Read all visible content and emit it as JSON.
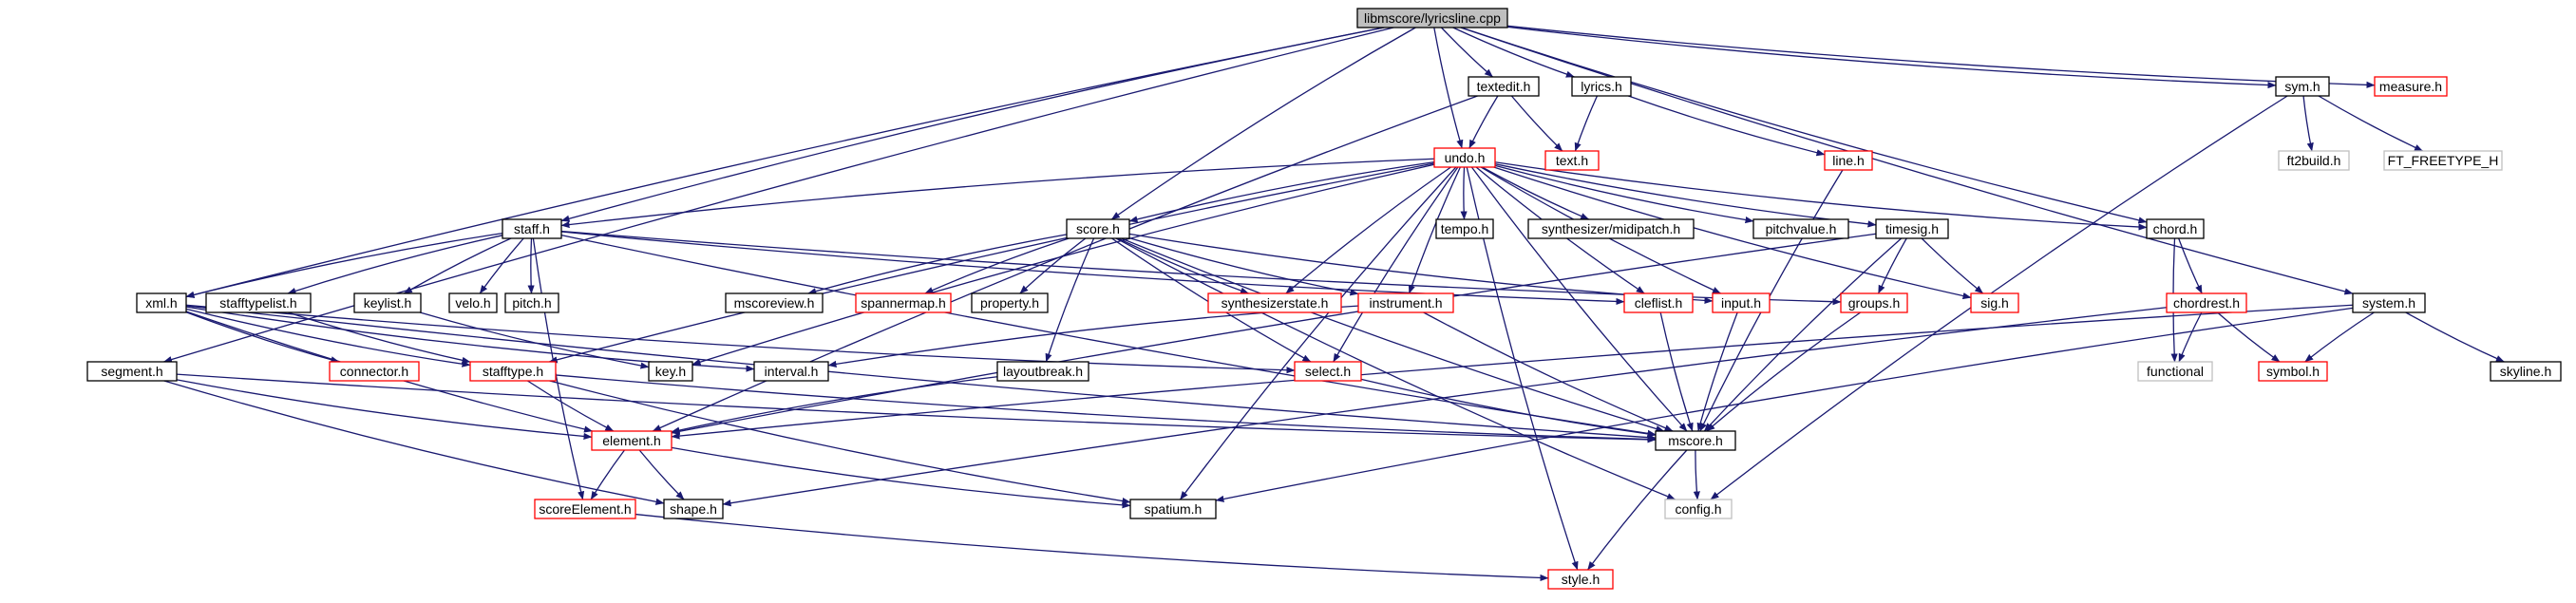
{
  "colors": {
    "edge": "#191970",
    "border_plain": "#000000",
    "border_red": "#ff0000",
    "border_gray": "#bfbfbf",
    "fill_root": "#bfbfbf",
    "fill_default": "#ffffff",
    "text": "#000000"
  },
  "nodes": [
    {
      "id": "lyricsline",
      "label": "libmscore/lyricsline.cpp",
      "style": "root"
    },
    {
      "id": "textedit",
      "label": "textedit.h",
      "style": "plain"
    },
    {
      "id": "lyrics",
      "label": "lyrics.h",
      "style": "plain"
    },
    {
      "id": "sym",
      "label": "sym.h",
      "style": "plain"
    },
    {
      "id": "measure",
      "label": "measure.h",
      "style": "red"
    },
    {
      "id": "ft2build",
      "label": "ft2build.h",
      "style": "gray"
    },
    {
      "id": "ft_freetype",
      "label": "FT_FREETYPE_H",
      "style": "gray"
    },
    {
      "id": "undo",
      "label": "undo.h",
      "style": "red"
    },
    {
      "id": "text",
      "label": "text.h",
      "style": "red"
    },
    {
      "id": "line",
      "label": "line.h",
      "style": "red"
    },
    {
      "id": "staff",
      "label": "staff.h",
      "style": "plain"
    },
    {
      "id": "score",
      "label": "score.h",
      "style": "plain"
    },
    {
      "id": "tempo",
      "label": "tempo.h",
      "style": "plain"
    },
    {
      "id": "midipatch",
      "label": "synthesizer/midipatch.h",
      "style": "plain"
    },
    {
      "id": "pitchvalue",
      "label": "pitchvalue.h",
      "style": "plain"
    },
    {
      "id": "timesig",
      "label": "timesig.h",
      "style": "plain"
    },
    {
      "id": "chord",
      "label": "chord.h",
      "style": "plain"
    },
    {
      "id": "xml",
      "label": "xml.h",
      "style": "plain"
    },
    {
      "id": "stafftypelist",
      "label": "stafftypelist.h",
      "style": "plain"
    },
    {
      "id": "keylist",
      "label": "keylist.h",
      "style": "plain"
    },
    {
      "id": "velo",
      "label": "velo.h",
      "style": "plain"
    },
    {
      "id": "pitch",
      "label": "pitch.h",
      "style": "plain"
    },
    {
      "id": "mscoreview",
      "label": "mscoreview.h",
      "style": "plain"
    },
    {
      "id": "spannermap",
      "label": "spannermap.h",
      "style": "red"
    },
    {
      "id": "property",
      "label": "property.h",
      "style": "plain"
    },
    {
      "id": "synthesizerstate",
      "label": "synthesizerstate.h",
      "style": "red"
    },
    {
      "id": "instrument",
      "label": "instrument.h",
      "style": "red"
    },
    {
      "id": "cleflist",
      "label": "cleflist.h",
      "style": "red"
    },
    {
      "id": "input",
      "label": "input.h",
      "style": "red"
    },
    {
      "id": "groups",
      "label": "groups.h",
      "style": "red"
    },
    {
      "id": "sig",
      "label": "sig.h",
      "style": "red"
    },
    {
      "id": "chordrest",
      "label": "chordrest.h",
      "style": "red"
    },
    {
      "id": "system",
      "label": "system.h",
      "style": "plain"
    },
    {
      "id": "segment",
      "label": "segment.h",
      "style": "plain"
    },
    {
      "id": "connector",
      "label": "connector.h",
      "style": "red"
    },
    {
      "id": "stafftype",
      "label": "stafftype.h",
      "style": "red"
    },
    {
      "id": "key",
      "label": "key.h",
      "style": "plain"
    },
    {
      "id": "interval",
      "label": "interval.h",
      "style": "plain"
    },
    {
      "id": "layoutbreak",
      "label": "layoutbreak.h",
      "style": "plain"
    },
    {
      "id": "select",
      "label": "select.h",
      "style": "red"
    },
    {
      "id": "functional",
      "label": "functional",
      "style": "gray"
    },
    {
      "id": "symbol",
      "label": "symbol.h",
      "style": "red"
    },
    {
      "id": "skyline",
      "label": "skyline.h",
      "style": "plain"
    },
    {
      "id": "element",
      "label": "element.h",
      "style": "red"
    },
    {
      "id": "mscore",
      "label": "mscore.h",
      "style": "plain"
    },
    {
      "id": "scoreelement",
      "label": "scoreElement.h",
      "style": "red"
    },
    {
      "id": "shape",
      "label": "shape.h",
      "style": "plain"
    },
    {
      "id": "spatium",
      "label": "spatium.h",
      "style": "plain"
    },
    {
      "id": "config",
      "label": "config.h",
      "style": "gray"
    },
    {
      "id": "style",
      "label": "style.h",
      "style": "red"
    }
  ],
  "edges": [
    [
      "lyricsline",
      "textedit"
    ],
    [
      "lyricsline",
      "lyrics"
    ],
    [
      "lyricsline",
      "sym"
    ],
    [
      "lyricsline",
      "measure"
    ],
    [
      "lyricsline",
      "undo"
    ],
    [
      "lyricsline",
      "staff"
    ],
    [
      "lyricsline",
      "score"
    ],
    [
      "lyricsline",
      "chord"
    ],
    [
      "lyricsline",
      "xml"
    ],
    [
      "lyricsline",
      "system"
    ],
    [
      "lyricsline",
      "segment"
    ],
    [
      "textedit",
      "undo"
    ],
    [
      "textedit",
      "text"
    ],
    [
      "textedit",
      "element"
    ],
    [
      "lyrics",
      "text"
    ],
    [
      "lyrics",
      "line"
    ],
    [
      "sym",
      "ft2build"
    ],
    [
      "sym",
      "ft_freetype"
    ],
    [
      "sym",
      "config"
    ],
    [
      "line",
      "mscore"
    ],
    [
      "undo",
      "staff"
    ],
    [
      "undo",
      "score"
    ],
    [
      "undo",
      "tempo"
    ],
    [
      "undo",
      "midipatch"
    ],
    [
      "undo",
      "pitchvalue"
    ],
    [
      "undo",
      "timesig"
    ],
    [
      "undo",
      "chord"
    ],
    [
      "undo",
      "synthesizerstate"
    ],
    [
      "undo",
      "instrument"
    ],
    [
      "undo",
      "cleflist"
    ],
    [
      "undo",
      "input"
    ],
    [
      "undo",
      "sig"
    ],
    [
      "undo",
      "key"
    ],
    [
      "undo",
      "stafftype"
    ],
    [
      "undo",
      "select"
    ],
    [
      "undo",
      "spatium"
    ],
    [
      "undo",
      "style"
    ],
    [
      "undo",
      "mscore"
    ],
    [
      "staff",
      "stafftypelist"
    ],
    [
      "staff",
      "keylist"
    ],
    [
      "staff",
      "velo"
    ],
    [
      "staff",
      "pitch"
    ],
    [
      "staff",
      "cleflist"
    ],
    [
      "staff",
      "groups"
    ],
    [
      "staff",
      "xml"
    ],
    [
      "staff",
      "scoreelement"
    ],
    [
      "staff",
      "mscore"
    ],
    [
      "score",
      "mscoreview"
    ],
    [
      "score",
      "spannermap"
    ],
    [
      "score",
      "property"
    ],
    [
      "score",
      "synthesizerstate"
    ],
    [
      "score",
      "instrument"
    ],
    [
      "score",
      "input"
    ],
    [
      "score",
      "layoutbreak"
    ],
    [
      "score",
      "select"
    ],
    [
      "score",
      "config"
    ],
    [
      "score",
      "mscore"
    ],
    [
      "timesig",
      "groups"
    ],
    [
      "timesig",
      "sig"
    ],
    [
      "timesig",
      "element"
    ],
    [
      "timesig",
      "mscore"
    ],
    [
      "chord",
      "chordrest"
    ],
    [
      "chord",
      "functional"
    ],
    [
      "chordrest",
      "symbol"
    ],
    [
      "chordrest",
      "functional"
    ],
    [
      "chordrest",
      "shape"
    ],
    [
      "system",
      "symbol"
    ],
    [
      "system",
      "skyline"
    ],
    [
      "system",
      "element"
    ],
    [
      "system",
      "spatium"
    ],
    [
      "xml",
      "connector"
    ],
    [
      "xml",
      "stafftype"
    ],
    [
      "xml",
      "interval"
    ],
    [
      "xml",
      "select"
    ],
    [
      "xml",
      "element"
    ],
    [
      "xml",
      "mscore"
    ],
    [
      "stafftypelist",
      "stafftype"
    ],
    [
      "keylist",
      "key"
    ],
    [
      "instrument",
      "interval"
    ],
    [
      "instrument",
      "mscore"
    ],
    [
      "cleflist",
      "mscore"
    ],
    [
      "input",
      "mscore"
    ],
    [
      "groups",
      "mscore"
    ],
    [
      "segment",
      "element"
    ],
    [
      "segment",
      "shape"
    ],
    [
      "segment",
      "mscore"
    ],
    [
      "stafftype",
      "element"
    ],
    [
      "stafftype",
      "spatium"
    ],
    [
      "stafftype",
      "mscore"
    ],
    [
      "layoutbreak",
      "element"
    ],
    [
      "select",
      "mscore"
    ],
    [
      "element",
      "scoreelement"
    ],
    [
      "element",
      "shape"
    ],
    [
      "element",
      "spatium"
    ],
    [
      "mscore",
      "config"
    ],
    [
      "mscore",
      "style"
    ],
    [
      "scoreelement",
      "style"
    ]
  ]
}
